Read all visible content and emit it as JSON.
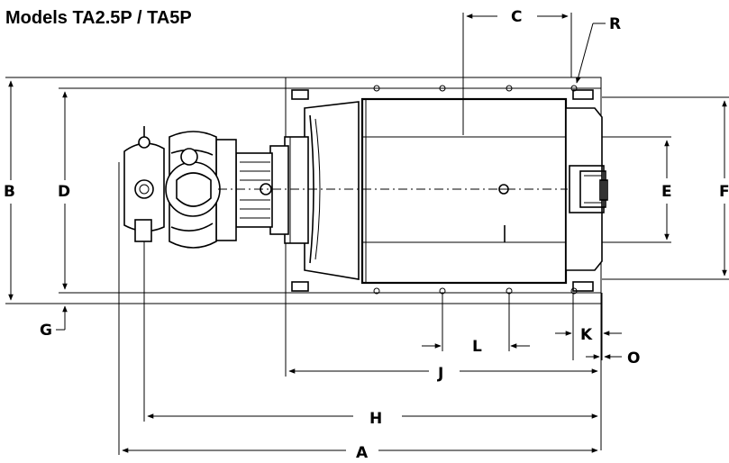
{
  "title": "Models TA2.5P / TA5P",
  "labels": {
    "A": "A",
    "B": "B",
    "C": "C",
    "D": "D",
    "E": "E",
    "F": "F",
    "G": "G",
    "H": "H",
    "J": "J",
    "K": "K",
    "L": "L",
    "O": "O",
    "R": "R"
  }
}
